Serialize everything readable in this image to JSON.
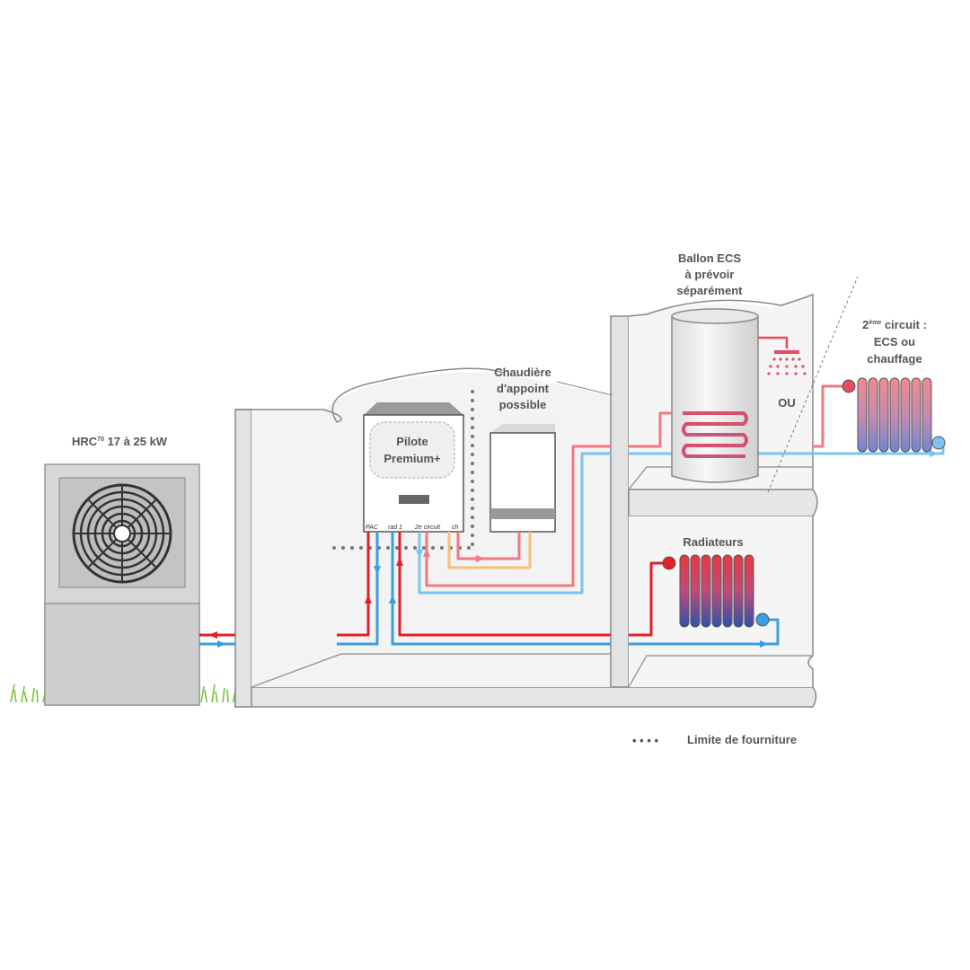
{
  "labels": {
    "hrc_main": "HRC",
    "hrc_sup": "70",
    "hrc_rest": " 17 à 25 kW",
    "pilote_line1": "Pilote",
    "pilote_line2": "Premium+",
    "chaudiere_line1": "Chaudière",
    "chaudiere_line2": "d'appoint",
    "chaudiere_line3": "possible",
    "ballon_line1": "Ballon ECS",
    "ballon_line2": "à prévoir",
    "ballon_line3": "séparément",
    "ou": "OU",
    "second_circuit_num": "2",
    "second_circuit_sup": "ème",
    "second_circuit_rest": " circuit :",
    "second_circuit_line2": "ECS ou",
    "second_circuit_line3": "chauffage",
    "radiateurs": "Radiateurs",
    "legend_dots": "• • • •",
    "legend_text": "Limite de fourniture",
    "port_pac": "PAC",
    "port_rad1": "rad 1",
    "port_2e_circuit": "2e circuit",
    "port_ch": "ch"
  },
  "colors": {
    "hot_pipe": "#e32028",
    "hot_pipe_light": "#ef7a80",
    "cold_pipe": "#3a9fe0",
    "cold_pipe_light": "#7cc4ef",
    "yellow_pipe": "#f5c07a",
    "wall": "#e9e9e9",
    "wall_stroke": "#888888",
    "unit_grey": "#d9d9d9",
    "grass": "#7ac142"
  },
  "icons": [
    "fan-icon",
    "shower-icon",
    "radiator-icon",
    "grass-icon"
  ]
}
